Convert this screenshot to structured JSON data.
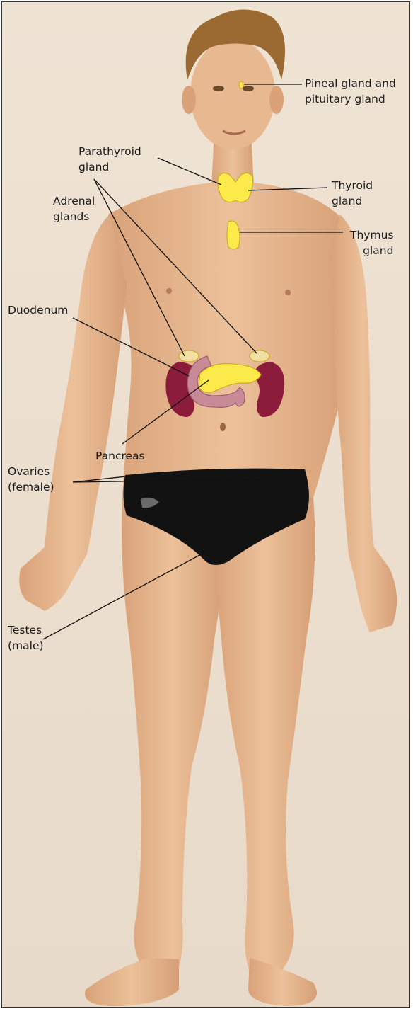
{
  "colors": {
    "background": "#ecdfcf",
    "skin": "#e7b98f",
    "skin_shadow": "#c98f66",
    "hair": "#9a6a32",
    "swimsuit": "#121212",
    "gland_yellow": "#fbea4a",
    "gland_outline": "#c7a514",
    "kidney": "#8c1c3c",
    "duodenum": "#c98a98",
    "label_text": "#1a1a1a",
    "leader_line": "#111111"
  },
  "labels": {
    "pineal": "Pineal gland and\npituitary gland",
    "parathyroid": "Parathyroid\ngland",
    "thyroid": "Thyroid\ngland",
    "thymus": "Thymus\ngland",
    "adrenal": "Adrenal\nglands",
    "duodenum": "Duodenum",
    "pancreas": "Pancreas",
    "ovaries": "Ovaries\n(female)",
    "testes": "Testes\n(male)"
  }
}
